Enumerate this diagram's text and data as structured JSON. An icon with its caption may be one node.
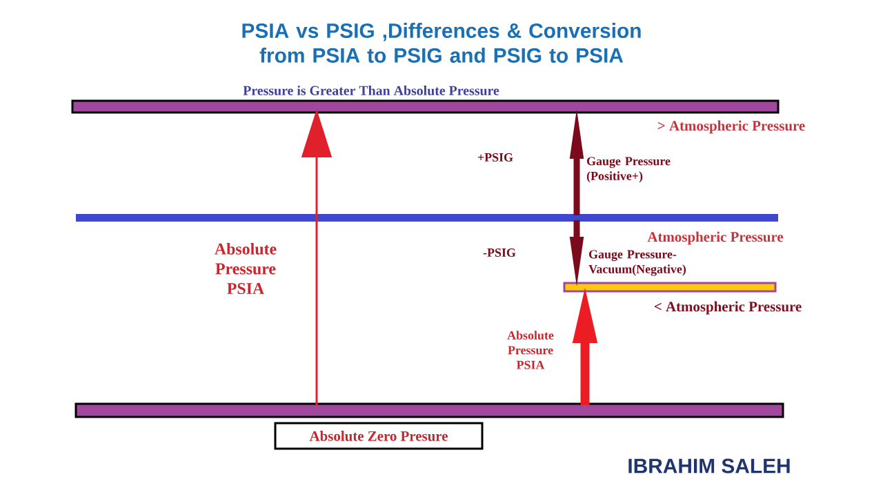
{
  "diagram": {
    "title": "PSIA vs PSIG ,Differences &  Conversion from PSIA to PSIG and PSIG to PSIA",
    "nodes": [
      {
        "text": [
          "Pressure is Greater Than Absolute Pressure"
        ],
        "beside": [
          "> Atmospheric Pressure"
        ]
      },
      {
        "text": [],
        "shape": "bar",
        "beside": [
          "Atmospheric Pressure"
        ]
      },
      {
        "text": [],
        "shape": "bar",
        "beside": [
          "< Atmospheric Pressure"
        ]
      },
      {
        "text": [],
        "shape": "bar"
      },
      {
        "text": [
          "Absolute Zero Presure"
        ]
      }
    ],
    "edges": [
      {
        "from": 3,
        "to": 0,
        "arrow": "to",
        "label": "Absolute Pressure PSIA",
        "color": "#e0202a"
      },
      {
        "from": 1,
        "to": 0,
        "arrow": "to",
        "label": "Gauge Pressure (Positive+)",
        "color": "#7a0a1c"
      },
      {
        "from": 1,
        "to": 2,
        "arrow": "to",
        "label": "Gauge Pressure- Vacuum(Negative)",
        "color": "#7a0a1c"
      },
      {
        "from": 3,
        "to": 2,
        "arrow": "to",
        "label": "Absolute Pressure PSIA",
        "color": "#ec1c24"
      }
    ],
    "labels": [
      "+PSIG",
      "-PSIG",
      "IBRAHIM SALEH"
    ]
  }
}
